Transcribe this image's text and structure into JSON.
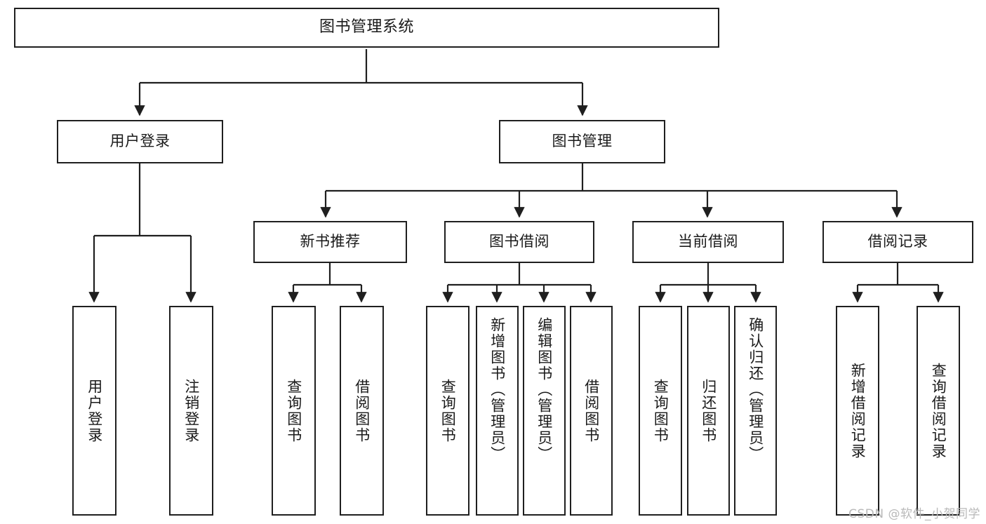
{
  "diagram": {
    "type": "tree-hierarchy",
    "title": "图书管理系统",
    "watermark": "CSDN @软件_小贺同学",
    "colors": {
      "stroke": "#1f1f1f",
      "fill": "#ffffff",
      "text": "#1a1a1a",
      "watermark": "#b9b9b9"
    },
    "root": {
      "label": "图书管理系统"
    },
    "level2": [
      {
        "label": "用户登录"
      },
      {
        "label": "图书管理"
      }
    ],
    "level3": [
      {
        "label": "新书推荐"
      },
      {
        "label": "图书借阅"
      },
      {
        "label": "当前借阅"
      },
      {
        "label": "借阅记录"
      }
    ],
    "leaves": {
      "user_login": [
        {
          "label": "用户登录"
        },
        {
          "label": "注销登录"
        }
      ],
      "new_book": [
        {
          "label": "查询图书"
        },
        {
          "label": "借阅图书"
        }
      ],
      "book_borrow": [
        {
          "label": "查询图书"
        },
        {
          "label": "新增图书（管理员）"
        },
        {
          "label": "编辑图书（管理员）"
        },
        {
          "label": "借阅图书"
        }
      ],
      "current_borrow": [
        {
          "label": "查询图书"
        },
        {
          "label": "归还图书"
        },
        {
          "label": "确认归还（管理员）"
        }
      ],
      "borrow_record": [
        {
          "label": "新增借阅记录"
        },
        {
          "label": "查询借阅记录"
        }
      ]
    }
  }
}
